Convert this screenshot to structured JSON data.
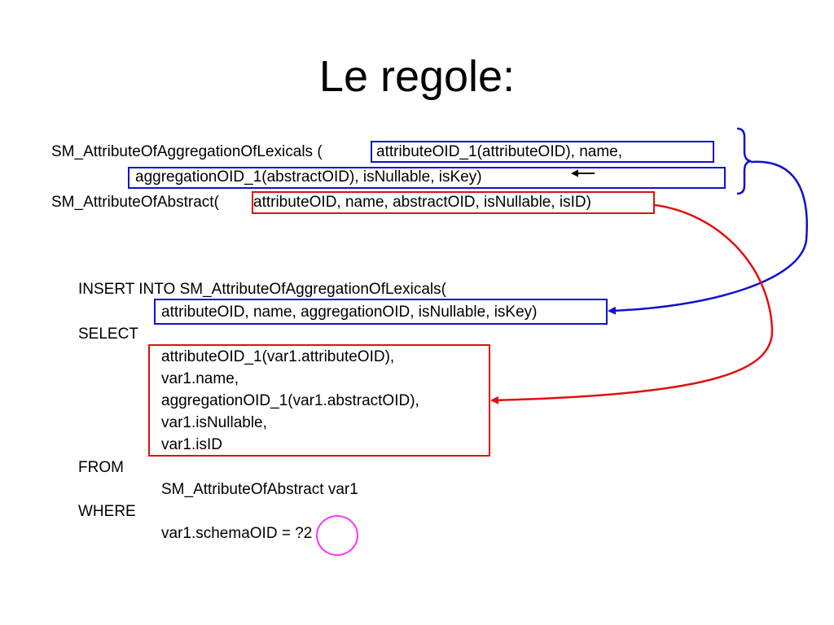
{
  "slide": {
    "title": "Le regole:"
  },
  "schema": {
    "line1_name": "SM_AttributeOfAggregationOfLexicals (",
    "line1_attrs": "attributeOID_1(attributeOID), name,",
    "line2_attrs": "aggregationOID_1(abstractOID), isNullable, isKey)",
    "line3_name": "SM_AttributeOfAbstract(",
    "line3_attrs": "attributeOID, name, abstractOID, isNullable, isID)"
  },
  "query": {
    "insert_into": "INSERT INTO   SM_AttributeOfAggregationOfLexicals(",
    "insert_attrs": "attributeOID, name, aggregationOID, isNullable, isKey)",
    "select_kw": "SELECT",
    "select_items": [
      "attributeOID_1(var1.attributeOID),",
      "var1.name,",
      "aggregationOID_1(var1.abstractOID),",
      "var1.isNullable,",
      "var1.isID"
    ],
    "from_kw": "FROM",
    "from_table": "SM_AttributeOfAbstract var1",
    "where_kw": "WHERE",
    "where_cond": "var1.schemaOID = ?2"
  },
  "colors": {
    "blue": "#1010d0",
    "red": "#e01010",
    "magenta": "#ff33ff"
  }
}
